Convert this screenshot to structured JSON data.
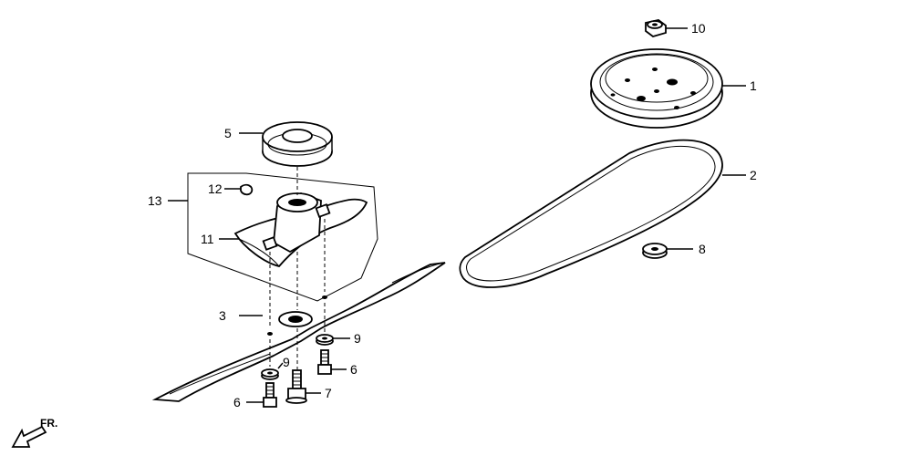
{
  "callouts": [
    {
      "id": "1",
      "text": "1"
    },
    {
      "id": "2",
      "text": "2"
    },
    {
      "id": "3",
      "text": "3"
    },
    {
      "id": "5",
      "text": "5"
    },
    {
      "id": "6a",
      "text": "6"
    },
    {
      "id": "6b",
      "text": "6"
    },
    {
      "id": "7",
      "text": "7"
    },
    {
      "id": "8",
      "text": "8"
    },
    {
      "id": "9a",
      "text": "9"
    },
    {
      "id": "9b",
      "text": "9"
    },
    {
      "id": "10",
      "text": "10"
    },
    {
      "id": "11",
      "text": "11"
    },
    {
      "id": "12",
      "text": "12"
    },
    {
      "id": "13",
      "text": "13"
    }
  ],
  "direction_label": "FR."
}
